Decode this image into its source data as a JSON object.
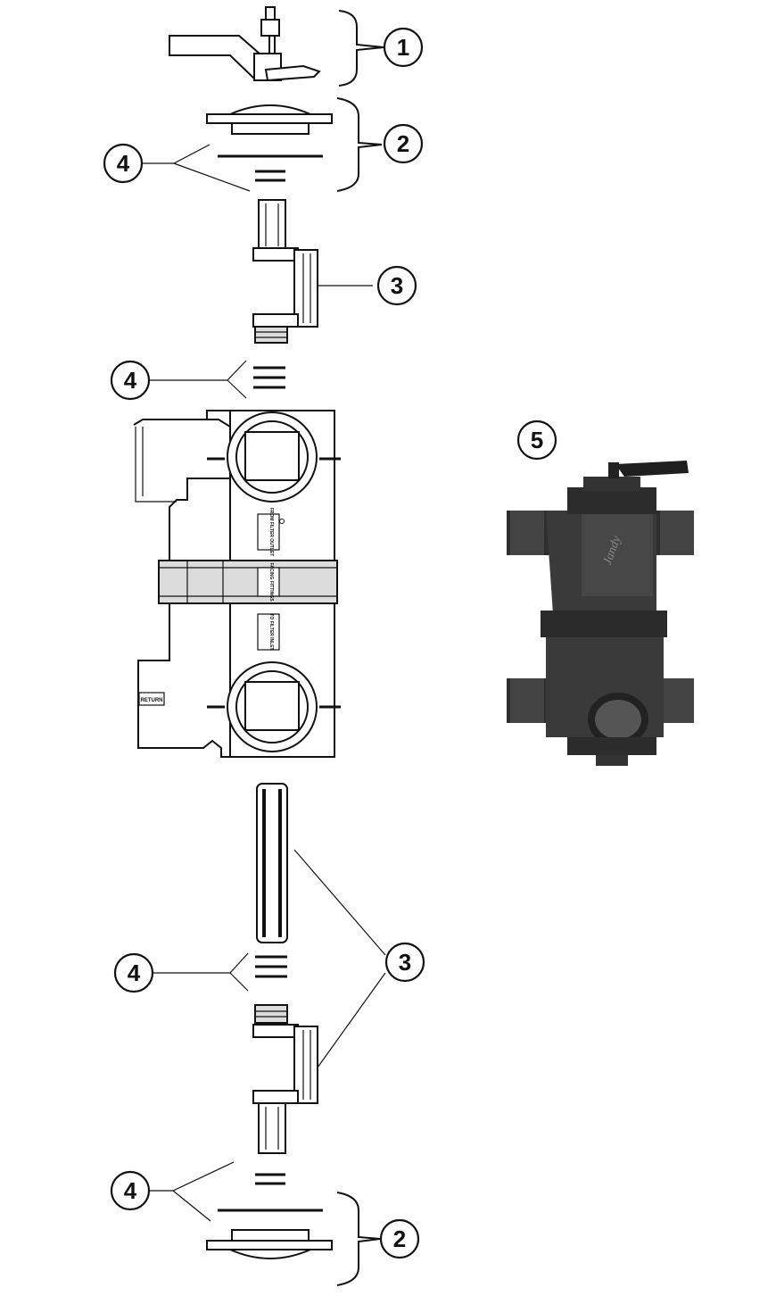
{
  "callouts": {
    "c1": "1",
    "c2_top": "2",
    "c4_a": "4",
    "c3_top": "3",
    "c4_b": "4",
    "c5": "5",
    "c4_c": "4",
    "c3_bottom": "3",
    "c4_d": "4",
    "c2_bottom": "2"
  },
  "body_labels": {
    "from_filter_outlet": "FROM FILTER OUTLET",
    "facing": "FACING FITTINGS",
    "to_filter_inlet": "TO FILTER INLET",
    "return": "RETURN"
  },
  "photo_logo": "Jandy",
  "colors": {
    "line": "#111111",
    "photo_body": "#3a3a3a"
  }
}
